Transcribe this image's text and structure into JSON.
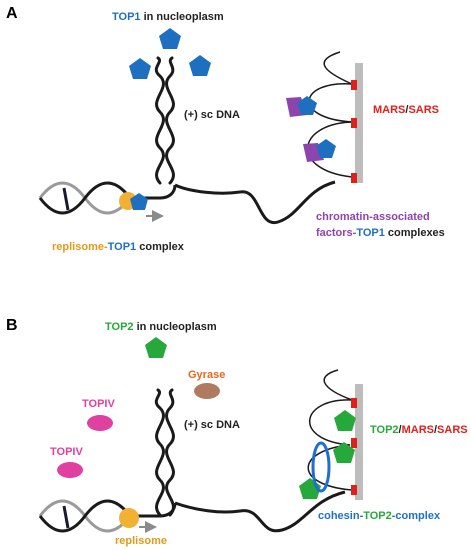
{
  "panel_a": {
    "label": "A",
    "top1_title": {
      "name": "TOP1",
      "rest": " in nucleoplasm"
    },
    "sc_dna": "(+) sc DNA",
    "replisome_label": {
      "part1": "replisome-",
      "part2": "TOP1",
      "part3": " complex"
    },
    "mars_sars": {
      "part1": "MARS",
      "sep": "/",
      "part2": "SARS"
    },
    "chromatin_label": {
      "line1": "chromatin-associated",
      "line2a": "factors-",
      "line2b": "TOP1",
      "line2c": " complexes"
    }
  },
  "panel_b": {
    "label": "B",
    "top2_title": {
      "name": "TOP2",
      "rest": " in nucleoplasm"
    },
    "gyrase": "Gyrase",
    "topiv_1": "TOPIV",
    "topiv_2": "TOPIV",
    "sc_dna": "(+) sc DNA",
    "replisome": "replisome",
    "top2_mars_sars": {
      "part1": "TOP2",
      "sep1": "/",
      "part2": "MARS",
      "sep2": "/",
      "part3": "SARS"
    },
    "cohesin_label": {
      "part1": "cohesin-",
      "part2": "TOP2",
      "part3": "-complex"
    }
  },
  "colors": {
    "top1_blue": "#1f6fc0",
    "top2_green": "#27a83a",
    "replisome_orange": "#f2b134",
    "replisome_text": "#e39a1a",
    "mars_red": "#e0201b",
    "purple": "#8e44ad",
    "gyrase_brown": "#b07a60",
    "gyrase_text": "#e06b1c",
    "topiv_pink": "#e040a0",
    "cohesin_blue": "#1f6fd0",
    "scaffold_gray": "#bdbdbd",
    "dna_black": "#1a1a1a",
    "dna_gray": "#9a9a9a"
  }
}
